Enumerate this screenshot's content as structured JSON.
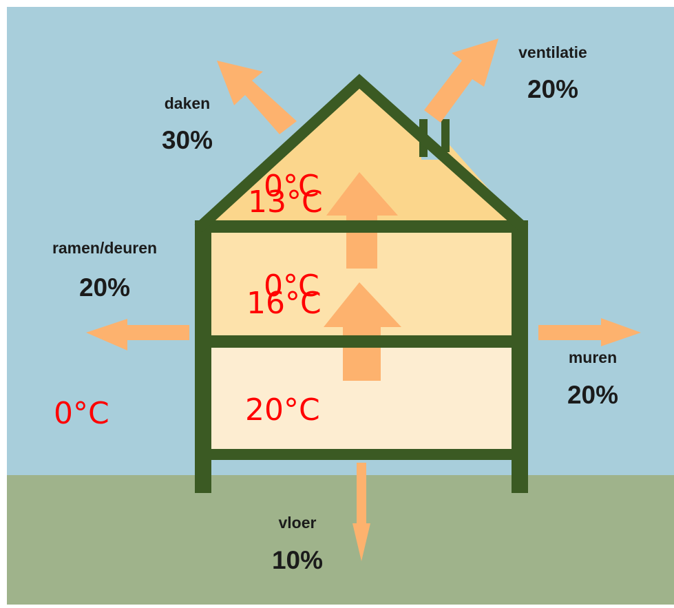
{
  "colors": {
    "sky": "#a8cedb",
    "ground": "#9fb38b",
    "house_outline": "#3b5a23",
    "roof_fill": "#fbd68c",
    "upper_floor_fill": "#fde2ab",
    "ground_floor_fill": "#fdedd1",
    "arrow": "#fdb26e",
    "temperature_text": "#ff0000",
    "label_text": "#1b1b1b"
  },
  "heat_loss": {
    "roofs": {
      "name": "daken",
      "percent": "30%"
    },
    "ventilation": {
      "name": "ventilatie",
      "percent": "20%"
    },
    "windows_doors": {
      "name": "ramen/deuren",
      "percent": "20%"
    },
    "walls": {
      "name": "muren",
      "percent": "20%"
    },
    "floor": {
      "name": "vloer",
      "percent": "10%"
    }
  },
  "temperatures": {
    "outside": "0°C",
    "ground_floor": "20°C",
    "first_floor": [
      "0°C",
      "16°C"
    ],
    "attic": [
      "0°C",
      "13°C"
    ]
  }
}
